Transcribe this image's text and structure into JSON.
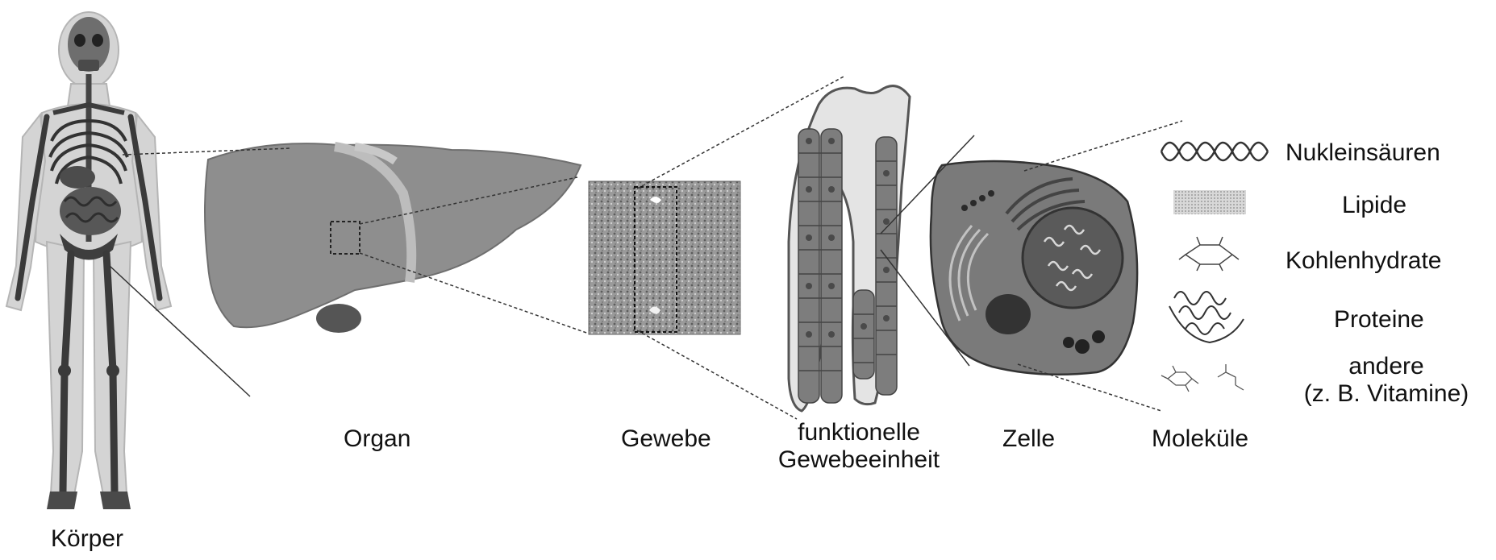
{
  "diagram": {
    "levels": {
      "body": "Körper",
      "organ": "Organ",
      "tissue": "Gewebe",
      "functional_unit_line1": "funktionelle",
      "functional_unit_line2": "Gewebeeinheit",
      "cell": "Zelle",
      "molecules": "Moleküle"
    },
    "molecule_classes": {
      "nucleic_acids": "Nukleinsäuren",
      "lipids": "Lipide",
      "carbohydrates": "Kohlenhydrate",
      "proteins": "Proteine",
      "other_line1": "andere",
      "other_line2": "(z. B. Vitamine)"
    },
    "colors": {
      "organ_gray": "#8c8c8c",
      "cell_gray": "#7a7a7a",
      "body_gray": "#cfcfcf",
      "dark": "#333333"
    }
  }
}
